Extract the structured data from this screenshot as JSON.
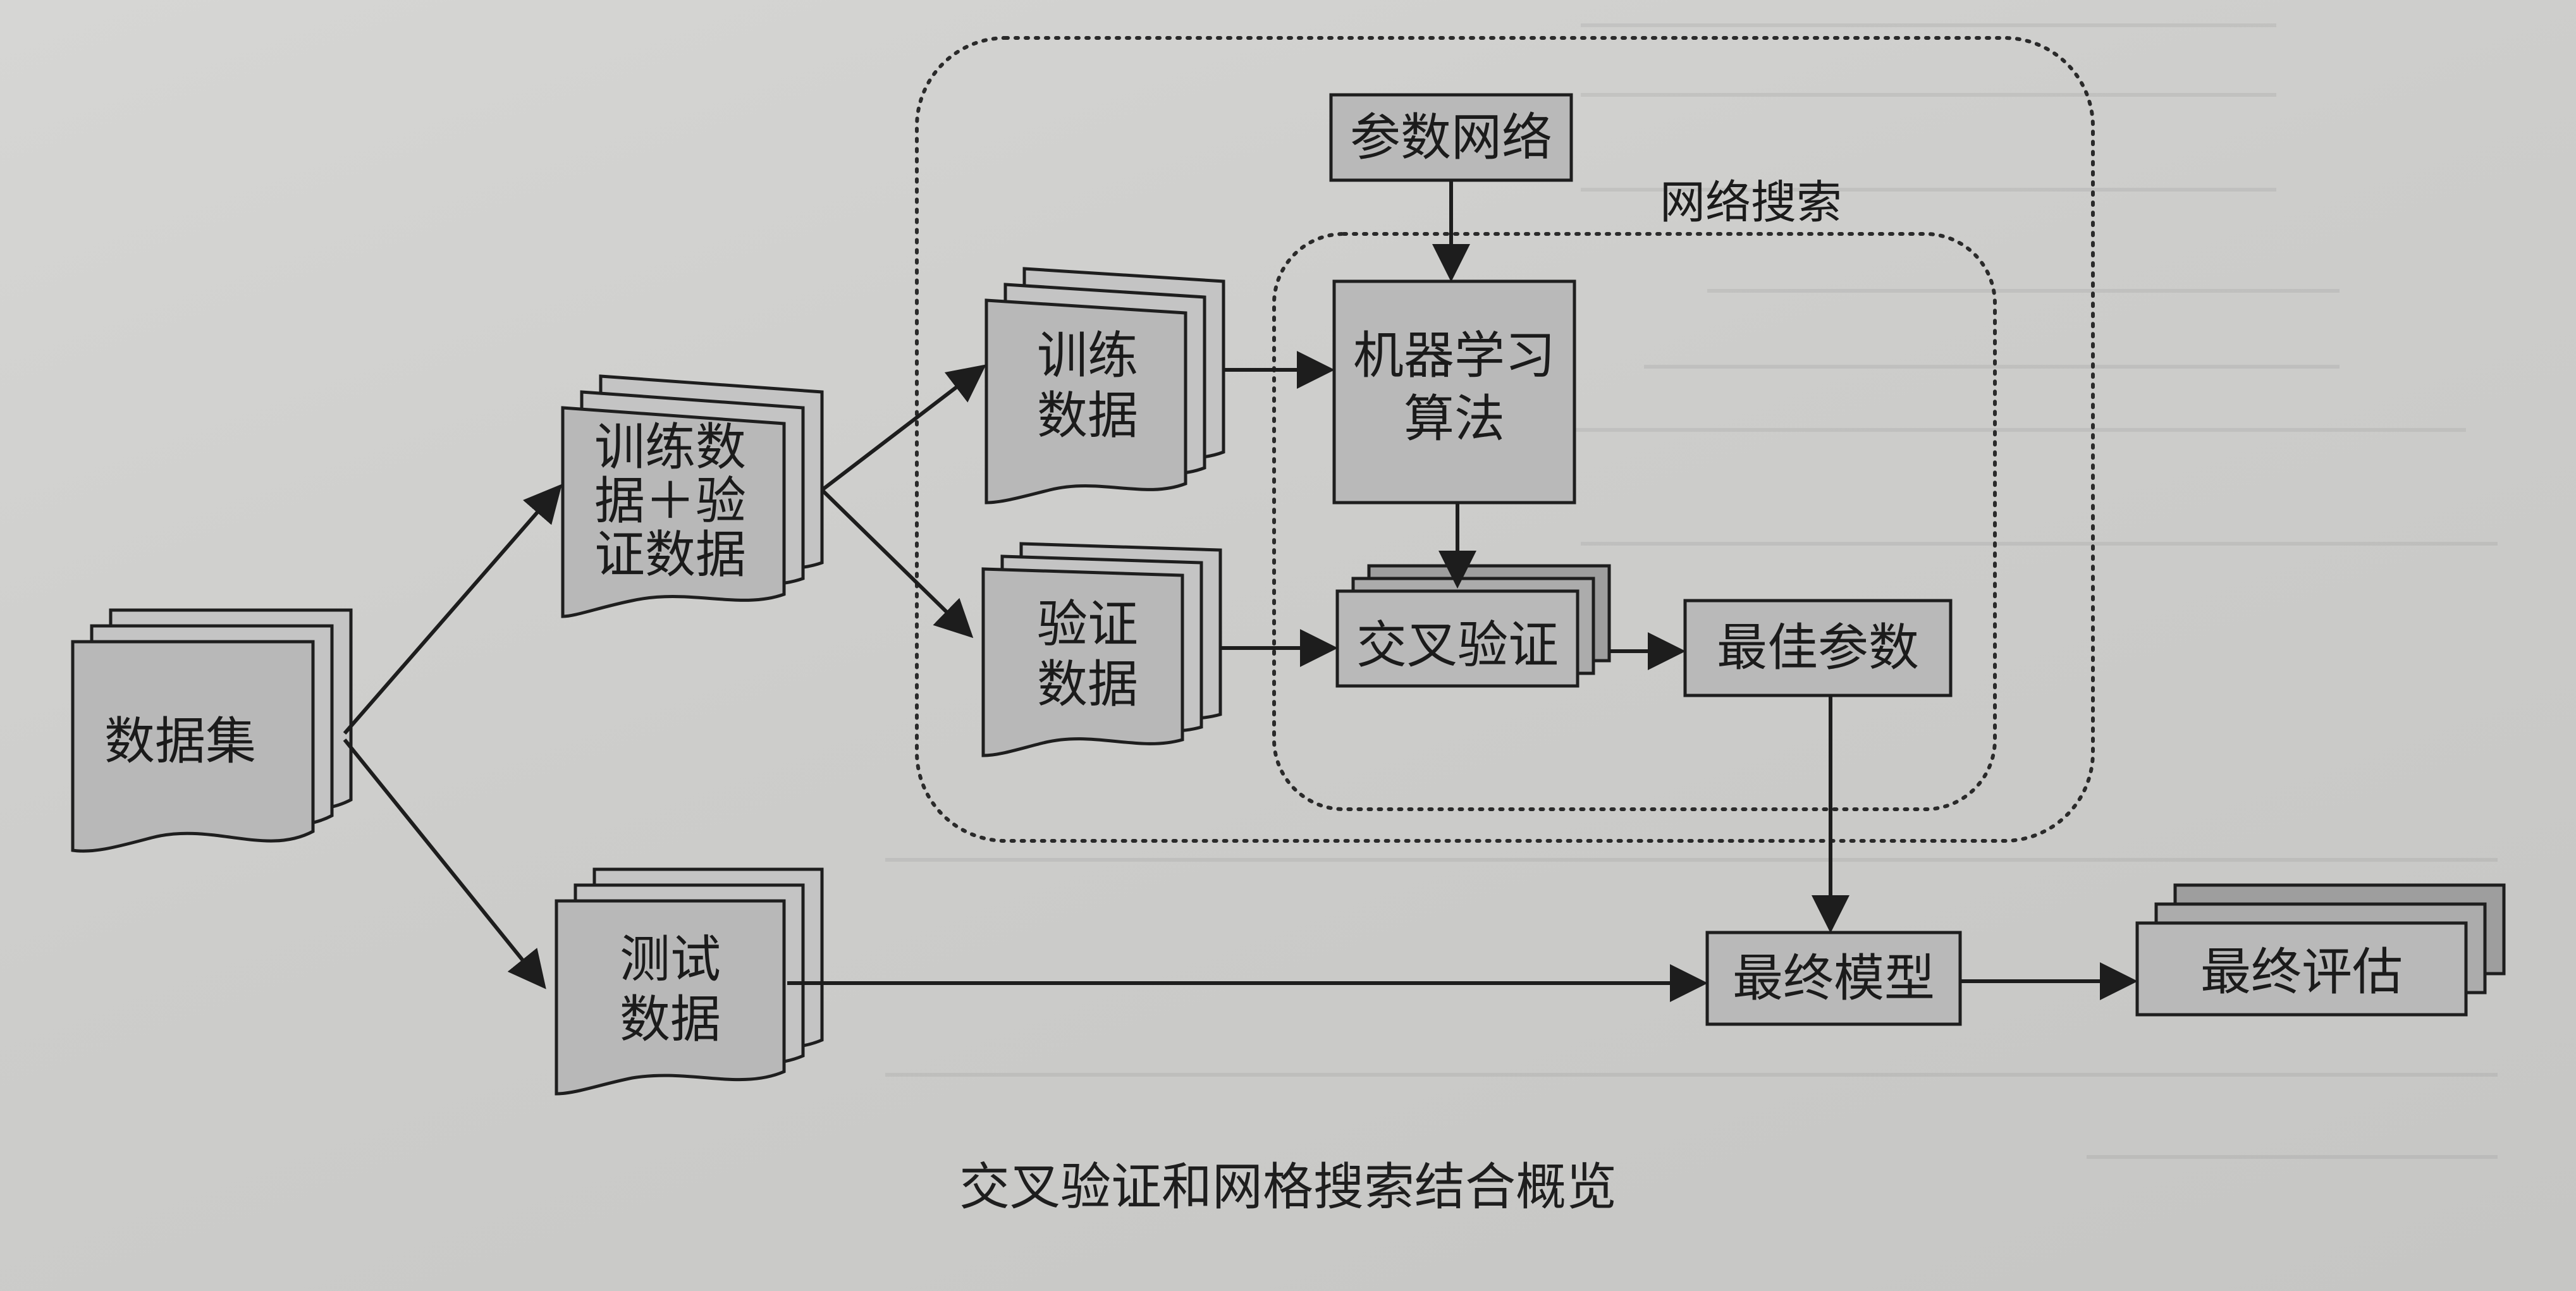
{
  "nodes": {
    "dataset": "数据集",
    "train_val": [
      "训练数",
      "据＋验",
      "证数据"
    ],
    "test_data": [
      "测试",
      "数据"
    ],
    "train_data": [
      "训练",
      "数据"
    ],
    "val_data": [
      "验证",
      "数据"
    ],
    "param_grid": "参数网络",
    "ml_algo": [
      "机器学习",
      "算法"
    ],
    "cross_val": "交叉验证",
    "best_params": "最佳参数",
    "final_model": "最终模型",
    "final_eval": "最终评估"
  },
  "groups": {
    "grid_search": "网络搜索"
  },
  "caption": "交叉验证和网格搜索结合概览"
}
